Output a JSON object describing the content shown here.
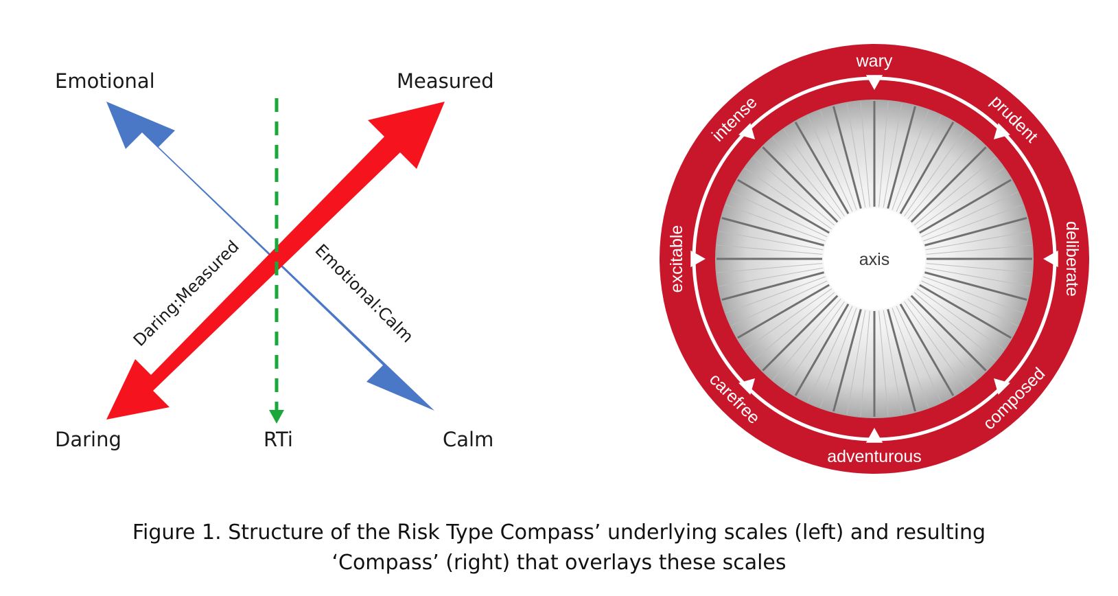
{
  "left": {
    "labels": {
      "top_left": "Emotional",
      "top_right": "Measured",
      "bottom_left": "Daring",
      "bottom_center": "RTi",
      "bottom_right": "Calm"
    },
    "scale_labels": {
      "red_axis": "Daring:Measured",
      "blue_axis": "Emotional:Calm"
    },
    "colors": {
      "red_arrow": "#f5141e",
      "blue_arrow": "#4a78c6",
      "green_dash": "#1aa83a"
    }
  },
  "compass": {
    "segments": [
      "wary",
      "prudent",
      "deliberate",
      "composed",
      "adventurous",
      "carefree",
      "excitable",
      "intense"
    ],
    "center_label": "axis",
    "colors": {
      "ring": "#c8172a",
      "ring_text": "#ffffff"
    }
  },
  "caption": {
    "line1": "Figure 1. Structure of the Risk Type Compass’ underlying scales (left) and resulting",
    "line2": "‘Compass’ (right) that overlays these scales"
  }
}
